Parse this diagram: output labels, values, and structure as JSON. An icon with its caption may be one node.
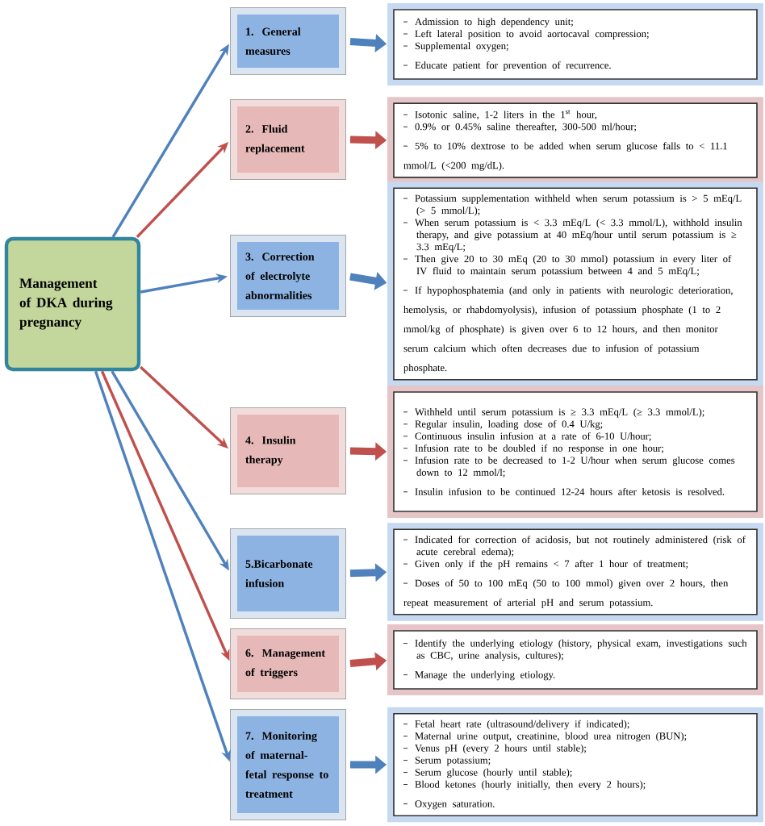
{
  "diagram": {
    "nodes": [
      {
        "text": [
          "Management of DKA during pregnancy"
        ]
      },
      {
        "text": [
          "1. General measures"
        ]
      },
      {
        "text": [
          "2. Fluid replacement"
        ]
      },
      {
        "text": [
          "3. Correction of electrolyte abnormalities"
        ]
      },
      {
        "text": [
          "4. Insulin therapy"
        ]
      },
      {
        "text": [
          "5.Bicarbonate infusion"
        ]
      },
      {
        "text": [
          "6. Management of triggers"
        ]
      },
      {
        "text": [
          "7. Monitoring of maternal-fetal response to treatment"
        ]
      },
      {
        "text": [
          "Admission to high dependency unit;",
          "Left lateral position to avoid aortocaval compression;",
          "Supplemental oxygen;",
          "Educate patient for prevention of recurrence."
        ]
      },
      {
        "text": [
          "Isotonic saline, 1-2 liters in the 1$^{st}$ hour,",
          "0.9% or 0.45% saline thereafter, 300-500 ml/hour;",
          "5% to 10% dextrose to be added when serum glucose falls to < 11.1 mmol/L (<200 mg/dL)."
        ]
      },
      {
        "text": [
          "Potassium supplementation withheld when serum potassium is > 5 mEq/L (> 5 mmol/L);",
          "When serum potassium is < 3.3 mEq/L (< 3.3 mmol/L), withhold insulin therapy, and give potassium at 40 mEq/hour until serum potassium is ≥ 3.3 mEq/L;",
          "Then give 20 to 30 mEq (20 to 30 mmol) potassium in every liter of IV fluid to maintain serum potassium between 4 and 5 mEq/L;",
          "If hypophosphatemia (and only in patients with neurologic deterioration, hemolysis, or rhabdomyolysis), infusion of potassium phosphate (1 to 2 mmol/kg of phosphate) is given over 6 to 12 hours, and then monitor serum calcium which often decreases due to infusion of potassium phosphate."
        ]
      },
      {
        "text": [
          "Withheld until serum potassium is ≥ 3.3 mEq/L (≥ 3.3 mmol/L);",
          "Regular insulin, loading dose of 0.4 U/kg;",
          "Continuous insulin infusion at a rate of 6-10 U/hour;",
          "Infusion rate to be doubled if no response in one hour;",
          "Infusion rate to be decreased to 1-2 U/hour when serum glucose comes down to 12 mmol/l;",
          "Insulin infusion to be continued 12-24 hours after ketosis is resolved."
        ]
      },
      {
        "text": [
          "Indicated for correction of acidosis, but not routinely administered (risk of acute cerebral edema);",
          "Given only if the pH remains < 7 after 1 hour of treatment;",
          "Doses of 50 to 100 mEq (50 to 100 mmol) given over 2 hours, then repeat measurement of arterial pH and serum potassium."
        ]
      },
      {
        "text": [
          "Identify the underlying etiology (history, physical exam, investigations such as CBC, urine analysis, cultures);",
          "Manage the underlying etiology."
        ]
      },
      {
        "text": [
          "Fetal heart rate (ultrasound/delivery if indicated);",
          "Maternal urine output, creatinine, blood urea nitrogen (BUN);",
          "Venus pH (every 2 hours until stable);",
          "Serum potassium;",
          "Serum glucose (hourly until stable);",
          "Blood ketones (hourly initially, then every 2 hours);",
          "Oxygen saturation."
        ]
      }
    ],
    "edges": [
      {
        "from": 0,
        "to": 1,
        "arrow": "to",
        "color": "#4f81bd"
      },
      {
        "from": 0,
        "to": 2,
        "arrow": "to",
        "color": "#c0504d"
      },
      {
        "from": 0,
        "to": 3,
        "arrow": "to",
        "color": "#4f81bd"
      },
      {
        "from": 0,
        "to": 4,
        "arrow": "to",
        "color": "#c0504d"
      },
      {
        "from": 0,
        "to": 5,
        "arrow": "to",
        "color": "#4f81bd"
      },
      {
        "from": 0,
        "to": 6,
        "arrow": "to",
        "color": "#c0504d"
      },
      {
        "from": 0,
        "to": 7,
        "arrow": "to",
        "color": "#4f81bd"
      },
      {
        "from": 1,
        "to": 8,
        "arrow": "to",
        "style": "thick",
        "color": "#4f81bd"
      },
      {
        "from": 2,
        "to": 9,
        "arrow": "to",
        "style": "thick",
        "color": "#c0504d"
      },
      {
        "from": 3,
        "to": 10,
        "arrow": "to",
        "style": "thick",
        "color": "#4f81bd"
      },
      {
        "from": 4,
        "to": 11,
        "arrow": "to",
        "style": "thick",
        "color": "#c0504d"
      },
      {
        "from": 5,
        "to": 12,
        "arrow": "to",
        "style": "thick",
        "color": "#4f81bd"
      },
      {
        "from": 6,
        "to": 13,
        "arrow": "to",
        "style": "thick",
        "color": "#c0504d"
      },
      {
        "from": 7,
        "to": 14,
        "arrow": "to",
        "style": "thick",
        "color": "#4f81bd"
      }
    ]
  }
}
